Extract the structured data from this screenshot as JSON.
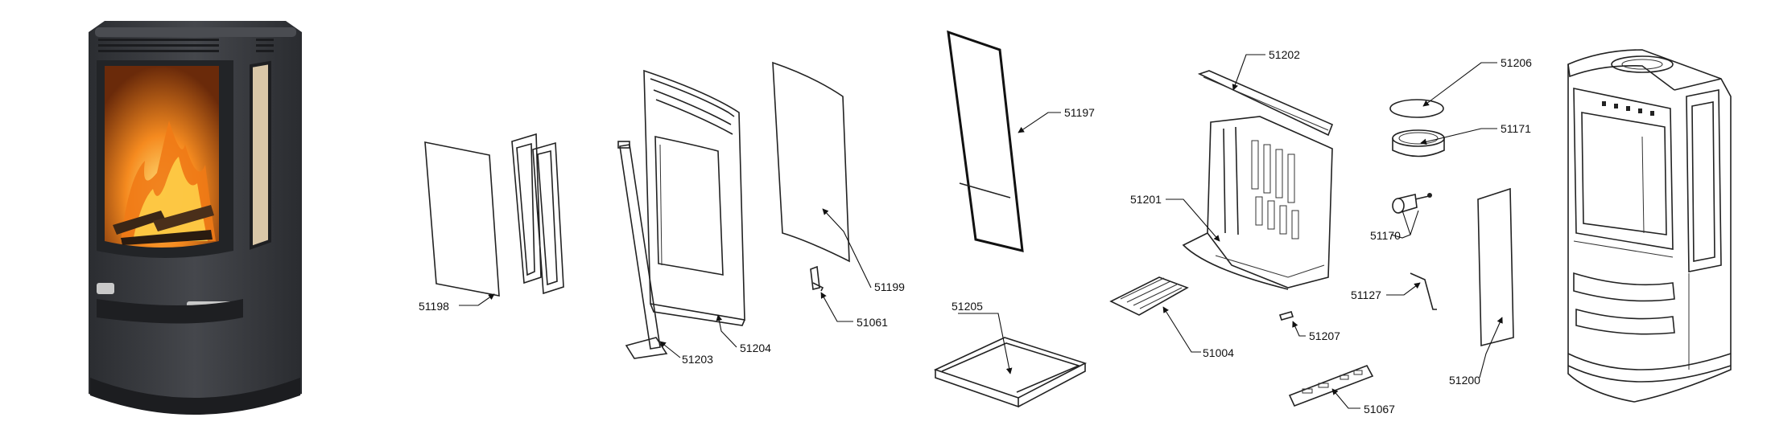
{
  "colors": {
    "stove_body": "#3b3d41",
    "stove_dark": "#25272a",
    "flame_orange": "#f07a16",
    "flame_yellow": "#ffd34a",
    "handle_metal": "#c9c9c9",
    "line": "#222222"
  },
  "parts": [
    {
      "id": "p51198",
      "label": "51198"
    },
    {
      "id": "p51203",
      "label": "51203"
    },
    {
      "id": "p51204",
      "label": "51204"
    },
    {
      "id": "p51199",
      "label": "51199"
    },
    {
      "id": "p51061",
      "label": "51061"
    },
    {
      "id": "p51197",
      "label": "51197"
    },
    {
      "id": "p51205",
      "label": "51205"
    },
    {
      "id": "p51202",
      "label": "51202"
    },
    {
      "id": "p51201",
      "label": "51201"
    },
    {
      "id": "p51004",
      "label": "51004"
    },
    {
      "id": "p51207",
      "label": "51207"
    },
    {
      "id": "p51067",
      "label": "51067"
    },
    {
      "id": "p51206",
      "label": "51206"
    },
    {
      "id": "p51171",
      "label": "51171"
    },
    {
      "id": "p51170",
      "label": "51170"
    },
    {
      "id": "p51127",
      "label": "51127"
    },
    {
      "id": "p51200",
      "label": "51200"
    }
  ]
}
